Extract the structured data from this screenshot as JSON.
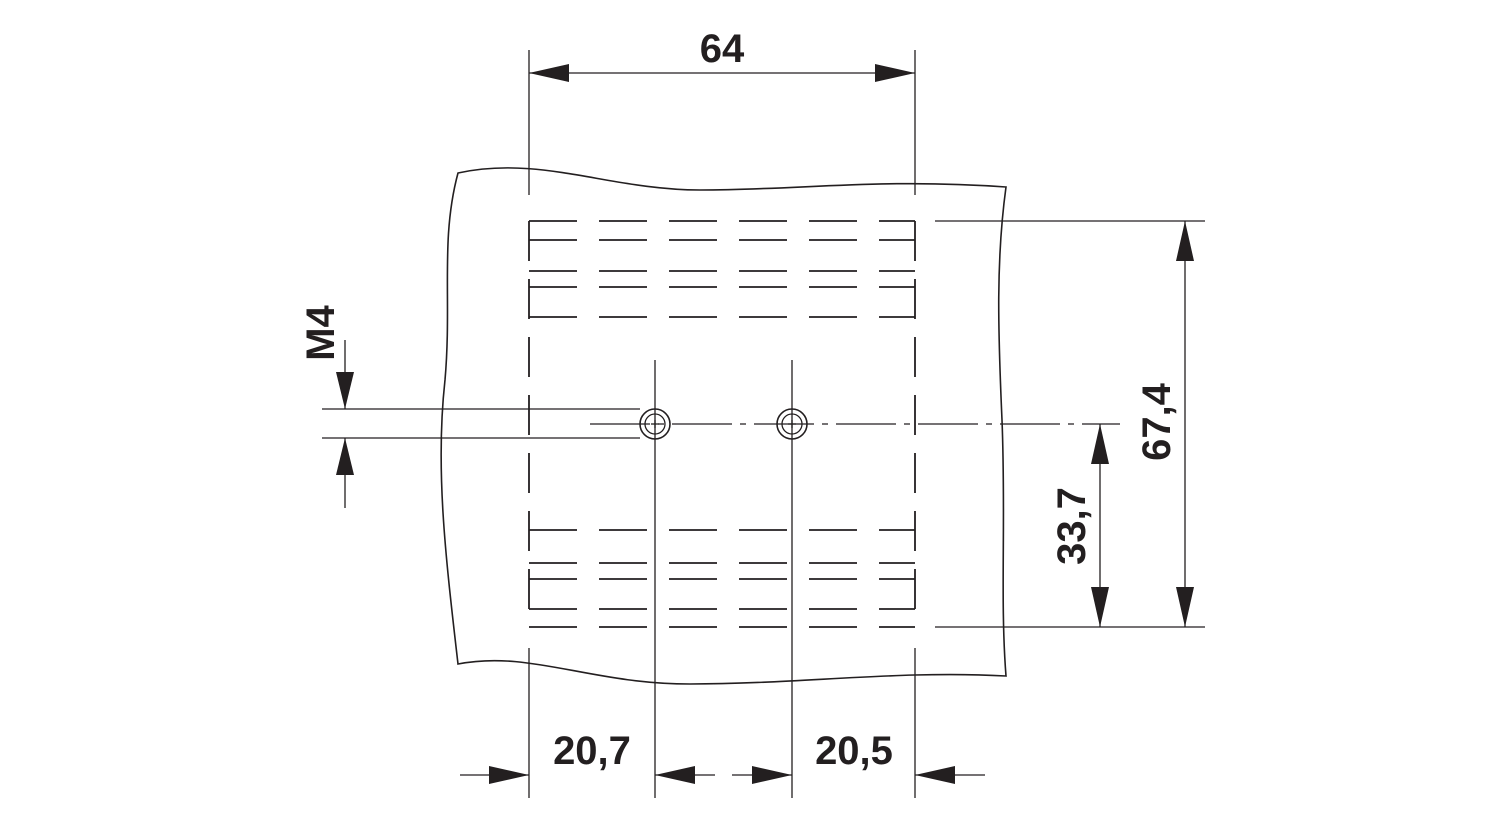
{
  "diagram": {
    "colors": {
      "ink": "#231f20",
      "background": "#ffffff"
    },
    "dimensions": {
      "width_top": "64",
      "height_total": "67,4",
      "height_half": "33,7",
      "offset_left": "20,7",
      "offset_right": "20,5",
      "thread": "M4"
    }
  }
}
